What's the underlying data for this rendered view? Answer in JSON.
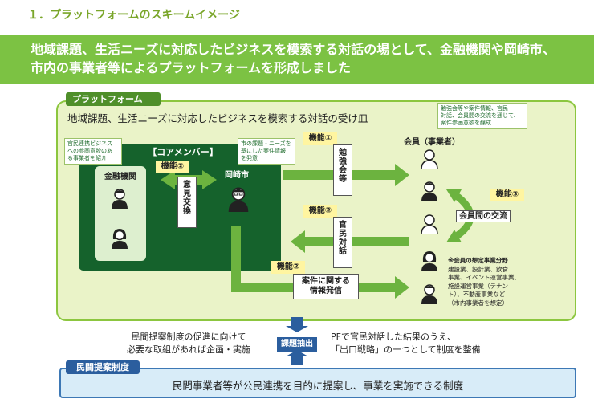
{
  "slide_title": "１．プラットフォームのスキームイメージ",
  "banner": {
    "line1": "地域課題、生活ニーズに対応したビジネスを模索する対話の場として、金融機関や岡崎市、",
    "line2": "市内の事業者等によるプラットフォームを形成しました"
  },
  "platform": {
    "tab": "プラットフォーム",
    "heading": "地域課題、生活ニーズに対応したビジネスを模索する対話の受け皿",
    "core_label": "【コアメンバー】",
    "finance_label": "金融機関",
    "city_label": "岡崎市",
    "note_finance": [
      "官民連携ビジネス",
      "への参画意欲のあ",
      "る事業者を紹介"
    ],
    "note_city": [
      "市の課題・ニーズを",
      "基にした案件情報",
      "を発意"
    ],
    "note_member": [
      "勉強会等や案件情報、官民",
      "対話、会員間の交流を通じて、",
      "案件参画意欲を醸成"
    ],
    "feature_label_1": "機能①",
    "feature_label_2": "機能②",
    "feature_label_3": "機能③",
    "exchange_opinion": [
      "意",
      "見",
      "交",
      "換"
    ],
    "study_group": [
      "勉",
      "強",
      "会",
      "等"
    ],
    "dialogue": [
      "官",
      "民",
      "対",
      "話"
    ],
    "project_info": [
      "案件に関する",
      "情報発信"
    ],
    "member_title": "会員（事業者）",
    "member_exchange": "会員間の交流",
    "biz_title": "※会員の想定事業分野",
    "biz_lines": [
      "建設業、設計業、飲食",
      "事業、イベント運営事業、",
      "施設運営事業（テナン",
      "ト）、不動産事業など",
      "（市内事業者を想定）"
    ]
  },
  "bottom": {
    "left_line1": "民間提案制度の促進に向けて",
    "left_line2": "必要な取組があれば企画・実施",
    "extract": "課題抽出",
    "right_line1": "PFで官民対話した結果のうえ、",
    "right_line2": "「出口戦略」の一つとして制度を整備"
  },
  "minkan": {
    "tab": "民間提案制度",
    "text": "民間事業者等が公民連携を目的に提案し、事業を実施できる制度"
  },
  "colors": {
    "banner": "#7cc243",
    "core": "#15622c",
    "arrow": "#6cb33f",
    "feature": "#fff5a0",
    "minkan": "#2b5e9e"
  }
}
